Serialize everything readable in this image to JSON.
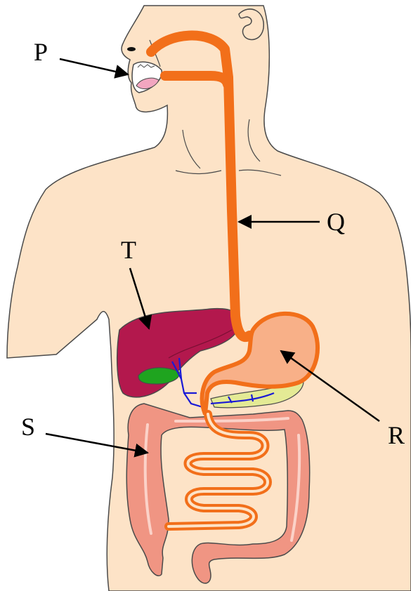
{
  "labels": {
    "P": "P",
    "Q": "Q",
    "R": "R",
    "S": "S",
    "T": "T"
  },
  "colors": {
    "skin": "#fde3c7",
    "outline": "#4a4a4a",
    "digestive_tract": "#f26f1a",
    "liver": "#b3184d",
    "gallbladder": "#1fa41f",
    "stomach": "#f8b088",
    "pancreas": "#e4ea95",
    "large_intestine": "#f09583",
    "vessels": "#1a1ad6",
    "tongue": "#f2a6c0",
    "arrow": "#000000"
  }
}
